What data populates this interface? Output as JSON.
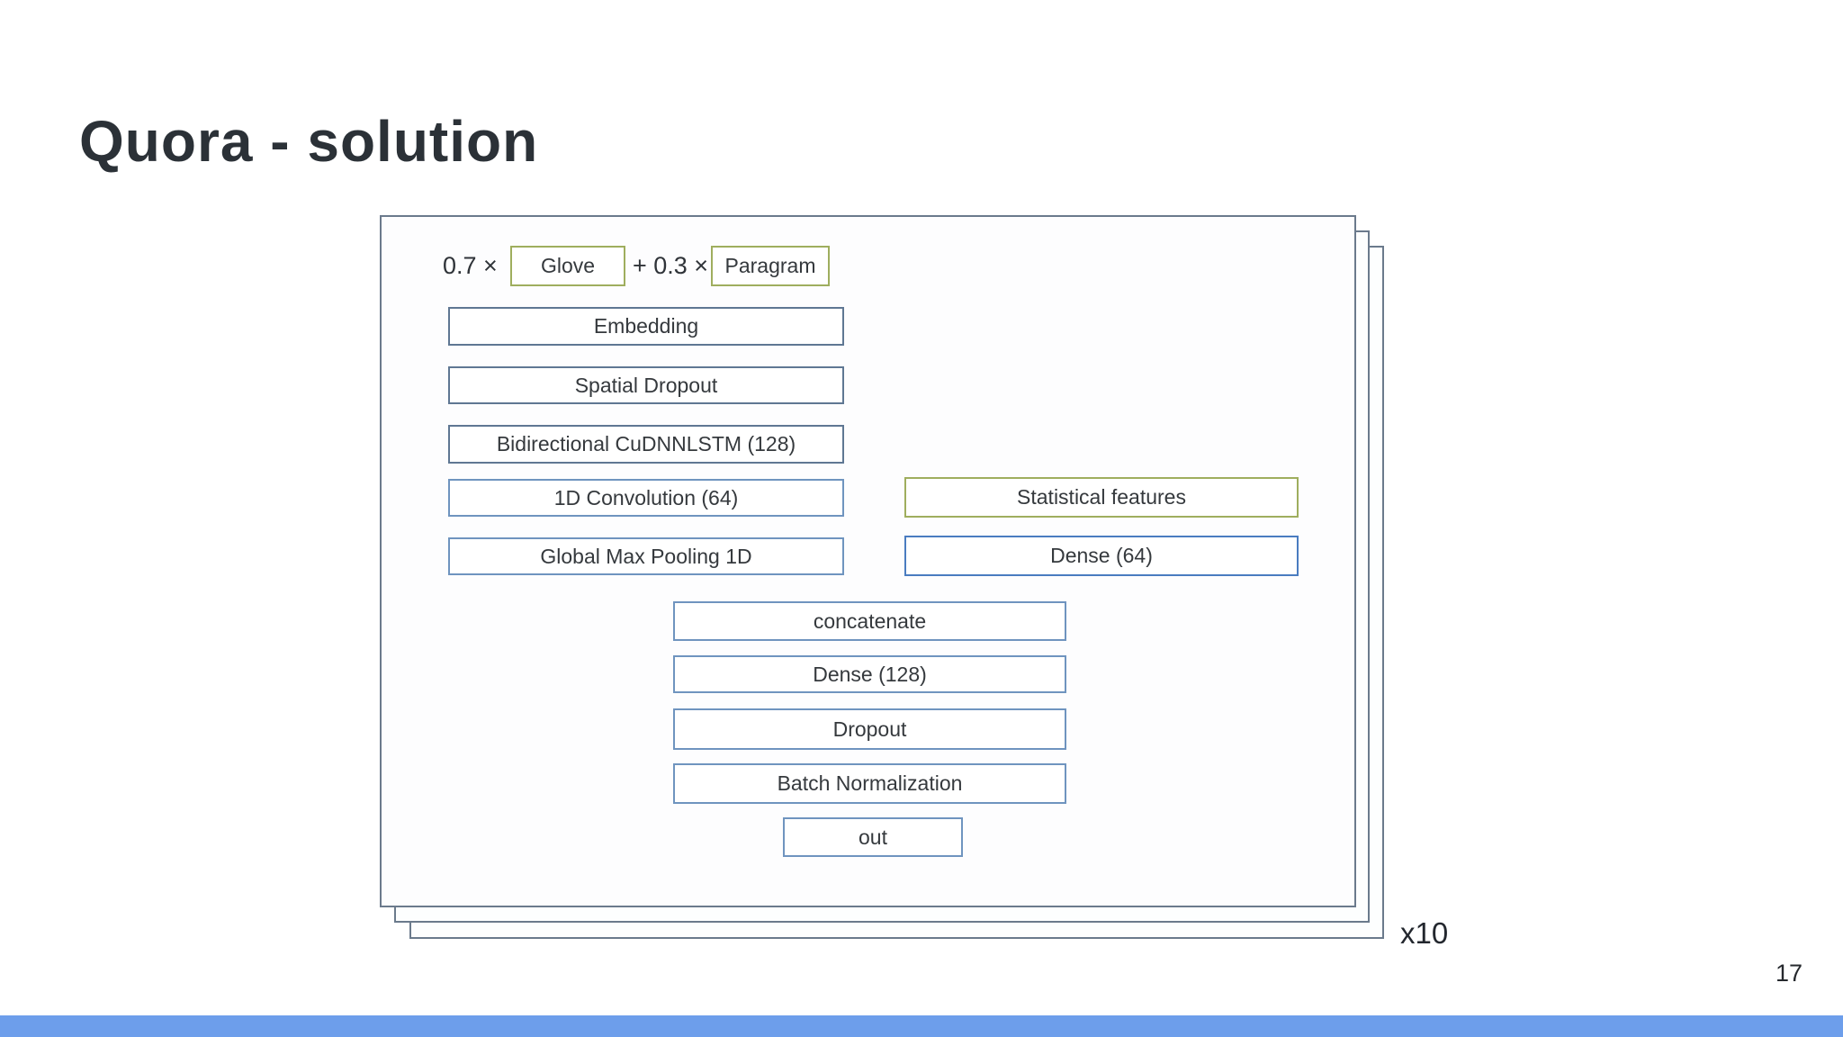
{
  "slide": {
    "title": "Quora - solution",
    "page_number": "17",
    "repeat_label": "x10"
  },
  "diagram": {
    "formula": {
      "coef1": "0.7 ×",
      "embedding1": "Glove",
      "plus_coef2": "+ 0.3 ×",
      "embedding2": "Paragram"
    },
    "left_stack": [
      "Embedding",
      "Spatial Dropout",
      "Bidirectional CuDNNLSTM (128)",
      "1D Convolution (64)",
      "Global Max Pooling 1D"
    ],
    "right_stack": [
      "Statistical features",
      "Dense (64)"
    ],
    "bottom_stack": [
      "concatenate",
      "Dense (128)",
      "Dropout",
      "Batch Normalization",
      "out"
    ]
  },
  "colors": {
    "footer_bar": "#6d9eeb",
    "frame_border": "#6b7a8c",
    "box_border_slate_blue": "#5f7793",
    "box_border_blue": "#6f94bf",
    "box_border_dense_blue": "#4a7cc0",
    "box_border_olive": "#9fae5e",
    "title_text": "#2b3137"
  }
}
